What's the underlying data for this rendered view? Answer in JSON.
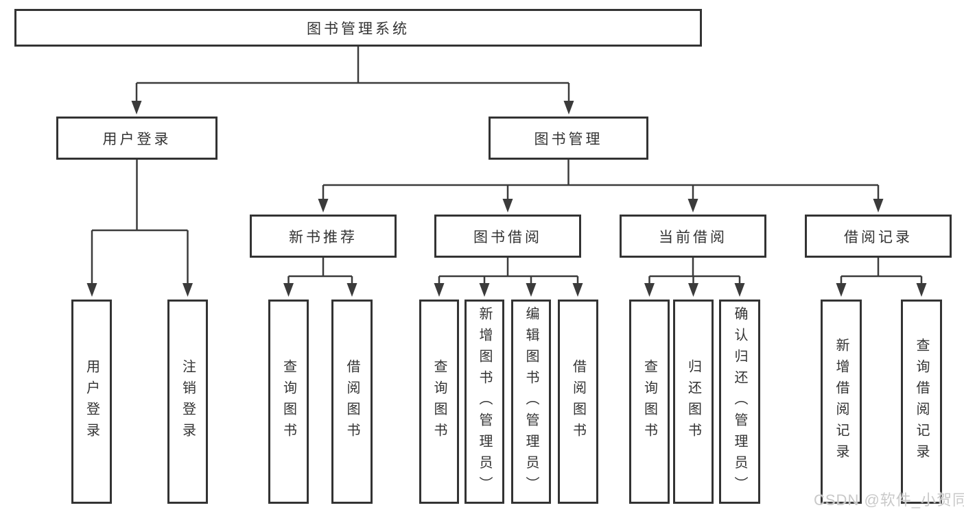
{
  "diagram": {
    "root": {
      "label": "图书管理系统"
    },
    "level1": [
      {
        "label": "用户登录"
      },
      {
        "label": "图书管理"
      }
    ],
    "level2": [
      {
        "label": "新书推荐"
      },
      {
        "label": "图书借阅"
      },
      {
        "label": "当前借阅"
      },
      {
        "label": "借阅记录"
      }
    ],
    "leaves": {
      "user_login": [
        "用户登录",
        "注销登录"
      ],
      "new_books": [
        "查询图书",
        "借阅图书"
      ],
      "book_borrow": [
        "查询图书",
        "新增图书（管理员）",
        "编辑图书（管理员）",
        "借阅图书"
      ],
      "current_borrow": [
        "查询图书",
        "归还图书",
        "确认归还（管理员）"
      ],
      "borrow_records": [
        "新增借阅记录",
        "查询借阅记录"
      ]
    }
  },
  "watermark": {
    "text": "CSDN @软件_小贺同学"
  },
  "colors": {
    "line": "#3b3b3b",
    "box_border": "#333333",
    "text": "#333333",
    "background": "#ffffff",
    "watermark": "#c9c9c9"
  }
}
